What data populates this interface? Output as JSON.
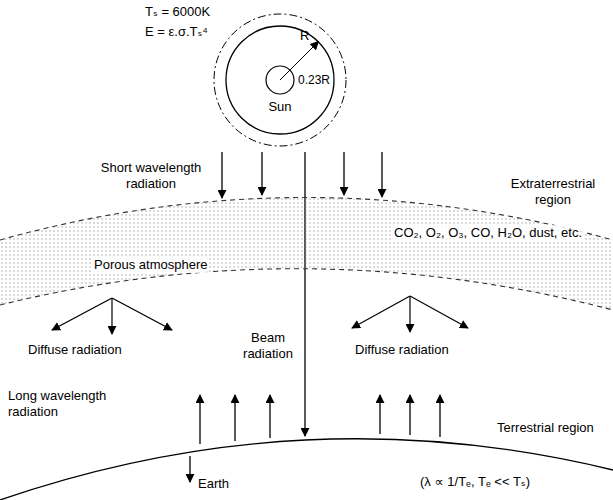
{
  "diagram": {
    "nodes": [
      {
        "text": [
          "Sun"
        ]
      },
      {
        "text": [
          "Porous atmosphere",
          "CO₂, O₂, O₃, CO, H₂O, dust, etc."
        ]
      }
    ],
    "labels": [
      "Tₛ = 6000K",
      "E = ε.σ.Tₛ⁴",
      "R",
      "0.23R",
      "Short wavelength radiation",
      "Extraterrestrial region",
      "Beam radiation",
      "Diffuse radiation",
      "Diffuse radiation",
      "Long wavelength radiation",
      "Terrestrial region",
      "(λ ∝ 1/Tₑ, Tₑ << Tₛ)",
      "Earth"
    ]
  }
}
